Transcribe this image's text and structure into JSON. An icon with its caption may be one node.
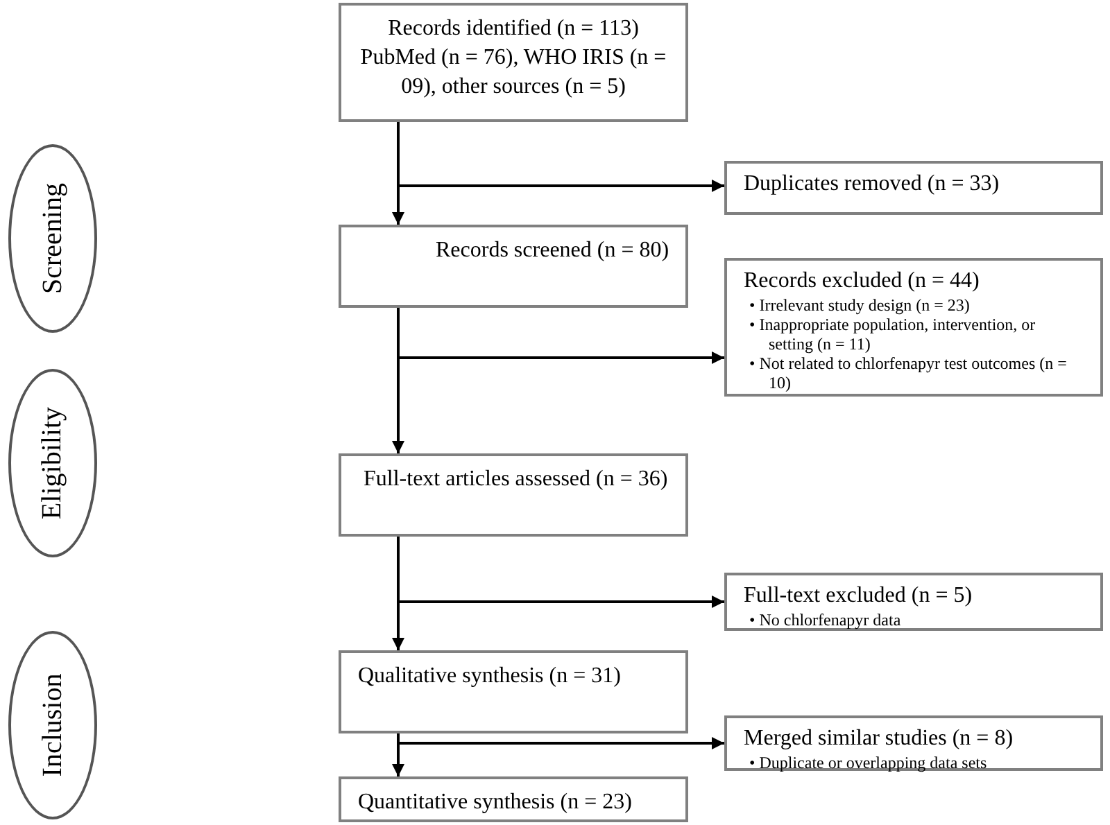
{
  "diagram": {
    "nodes": [
      {
        "text": [
          "Records identified (n = 113)",
          "PubMed (n = 76), WHO IRIS (n = 09), other sources (n = 5)"
        ]
      },
      {
        "text": [
          "Duplicates removed (n = 33)"
        ]
      },
      {
        "text": [
          "Screening"
        ]
      },
      {
        "text": [
          "Records screened (n = 80)"
        ]
      },
      {
        "text": [
          "Records excluded (n = 44)",
          "• Irrelevant study design (n = 23)",
          "• Inappropriate population, intervention, or setting (n = 11)",
          "• Not related to chlorfenapyr test outcomes (n = 10)"
        ]
      },
      {
        "text": [
          "Eligibility"
        ]
      },
      {
        "text": [
          "Full-text articles assessed (n = 36)"
        ]
      },
      {
        "text": [
          "Full-text excluded (n = 5)",
          "• No chlorfenapyr data"
        ]
      },
      {
        "text": [
          "Inclusion"
        ]
      },
      {
        "text": [
          "Qualitative synthesis (n = 31)"
        ]
      },
      {
        "text": [
          "Merged similar studies (n = 8)",
          "• Duplicate or overlapping data sets"
        ]
      },
      {
        "text": [
          "Quantitative synthesis (n = 23)"
        ]
      }
    ],
    "edges": [
      {
        "from": 0,
        "to": 3,
        "arrow": "to"
      },
      {
        "from": 0,
        "to": 1,
        "arrow": "to"
      },
      {
        "from": 3,
        "to": 6,
        "arrow": "to"
      },
      {
        "from": 3,
        "to": 4,
        "arrow": "to"
      },
      {
        "from": 6,
        "to": 9,
        "arrow": "to"
      },
      {
        "from": 6,
        "to": 7,
        "arrow": "to"
      },
      {
        "from": 9,
        "to": 11,
        "arrow": "to"
      },
      {
        "from": 9,
        "to": 10,
        "arrow": "to"
      }
    ]
  }
}
